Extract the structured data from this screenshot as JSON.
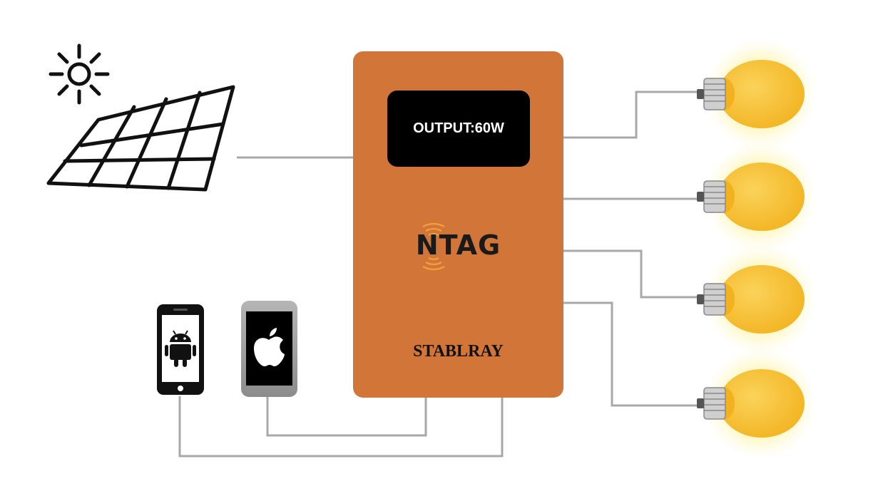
{
  "controller": {
    "display_text": "OUTPUT:60W",
    "logo_text": "NTAG",
    "brand": "STABLRAY",
    "body_color": "#d17638",
    "display_color": "#000000"
  },
  "icons": {
    "sun": "sun-icon",
    "solar_panel": "solar-panel-icon",
    "android_phone": "android-phone-icon",
    "apple_phone": "apple-phone-icon",
    "bulbs": [
      "light-bulb-icon",
      "light-bulb-icon",
      "light-bulb-icon",
      "light-bulb-icon"
    ]
  },
  "colors": {
    "wire": "#a8a8a8",
    "bulb": "#f7c236",
    "glow": "#fff3a0"
  }
}
